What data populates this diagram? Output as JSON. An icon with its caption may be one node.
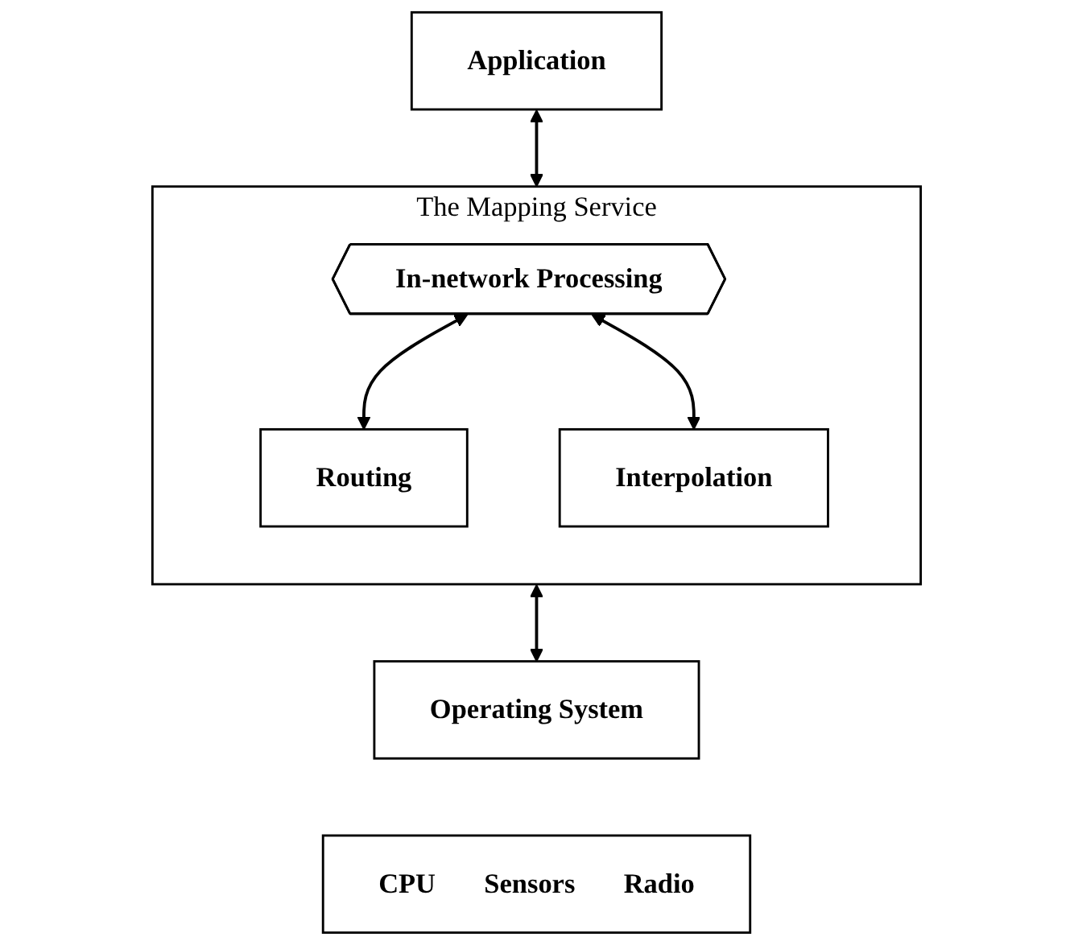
{
  "diagram": {
    "nodes": [
      {
        "text": [
          "Application"
        ]
      },
      {
        "text": [
          "The Mapping Service"
        ]
      },
      {
        "text": [
          "In-network Processing"
        ],
        "in": 1
      },
      {
        "text": [
          "Routing"
        ],
        "in": 1
      },
      {
        "text": [
          "Interpolation"
        ],
        "in": 1
      },
      {
        "text": [
          "Operating System"
        ]
      },
      {
        "text": [
          "CPU",
          "Sensors",
          "Radio"
        ]
      }
    ],
    "edges": [
      {
        "from": 0,
        "to": 1,
        "arrow": "both"
      },
      {
        "from": 2,
        "to": 3,
        "arrow": "both"
      },
      {
        "from": 2,
        "to": 4,
        "arrow": "both"
      },
      {
        "from": 1,
        "to": 5,
        "arrow": "both"
      }
    ]
  }
}
